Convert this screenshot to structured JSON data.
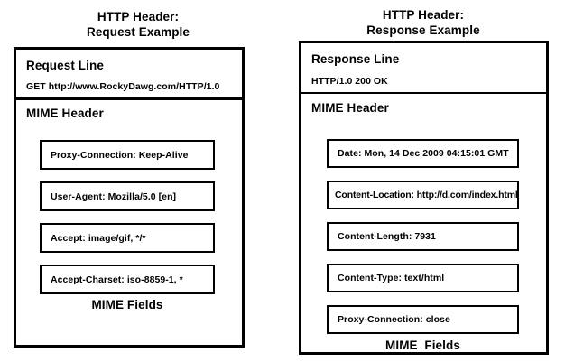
{
  "diagram": {
    "background_color": "#ffffff",
    "ink_color": "#000000"
  },
  "panels": [
    {
      "id": "request",
      "title": "HTTP Header:\nRequest Example",
      "start_line_heading": "Request Line",
      "start_line_value": "GET http://www.RockyDawg.com/HTTP/1.0",
      "mime_header_heading": "MIME Header",
      "mime_fields_label": "MIME Fields",
      "fields": [
        "Proxy-Connection: Keep-Alive",
        "User-Agent: Mozilla/5.0 [en]",
        "Accept: image/gif, */*",
        "Accept-Charset:  iso-8859-1, *"
      ]
    },
    {
      "id": "response",
      "title": "HTTP Header:\nResponse Example",
      "start_line_heading": "Response Line",
      "start_line_value": "HTTP/1.0 200 OK",
      "mime_header_heading": "MIME Header",
      "mime_fields_label": "MIME  Fields",
      "fields": [
        "Date: Mon, 14 Dec 2009 04:15:01 GMT",
        "Content-Location: http://d.com/index.html",
        "Content-Length: 7931",
        "Content-Type: text/html",
        "Proxy-Connection: close"
      ]
    }
  ]
}
